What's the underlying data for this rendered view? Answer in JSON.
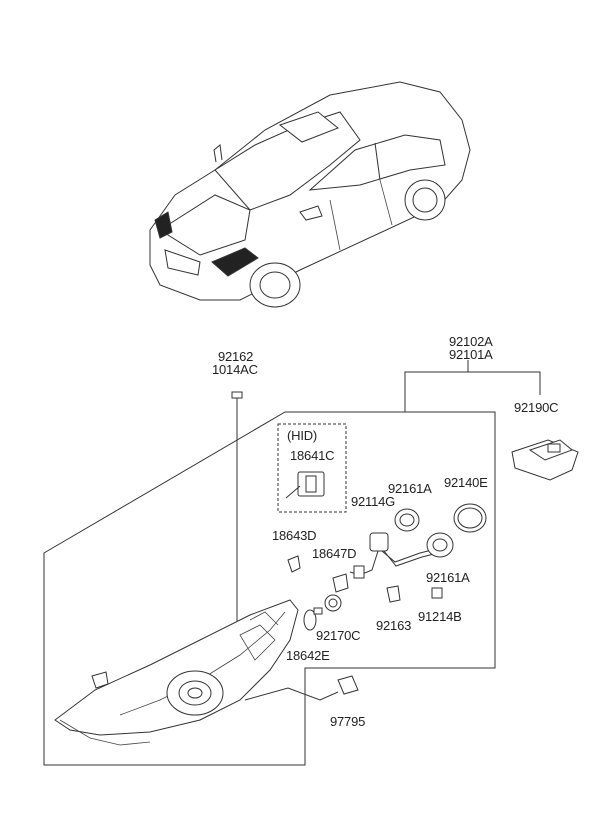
{
  "labels": {
    "p92102a": "92102A",
    "p92101a": "92101A",
    "p92162": "92162",
    "p1014ac": "1014AC",
    "p92190c": "92190C",
    "hid": "(HID)",
    "p18641c": "18641C",
    "p92161a_top": "92161A",
    "p92140e": "92140E",
    "p92114g": "92114G",
    "p18643d": "18643D",
    "p18647d": "18647D",
    "p92161a_bottom": "92161A",
    "p92170c": "92170C",
    "p92163": "92163",
    "p91214b": "91214B",
    "p18642e": "18642E",
    "p97795": "97795"
  }
}
